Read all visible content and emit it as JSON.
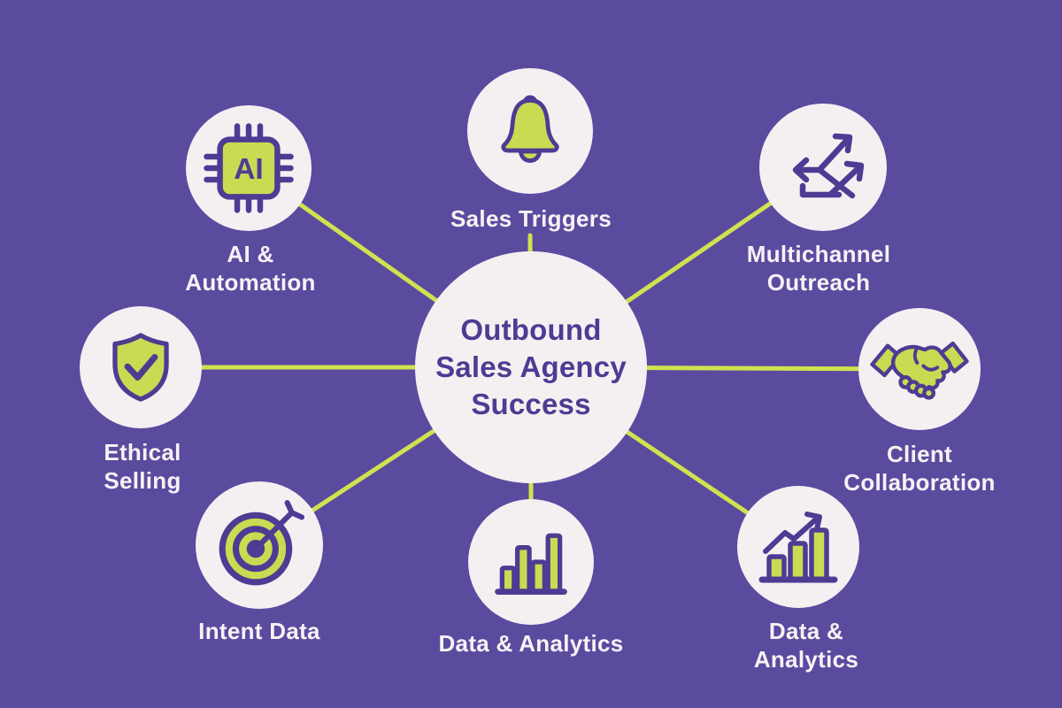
{
  "diagram_title": "Outbound Sales Agency Success",
  "center": {
    "title_line1": "Outbound",
    "title_line2": "Sales Agency",
    "title_line3": "Success"
  },
  "nodes": {
    "ai": {
      "label_line1": "AI &",
      "label_line2": "Automation",
      "icon": "ai-chip-icon",
      "chip_text": "AI"
    },
    "triggers": {
      "label_line1": "Sales Triggers",
      "icon": "bell-icon"
    },
    "multichannel": {
      "label_line1": "Multichannel",
      "label_line2": "Outreach",
      "icon": "branching-arrows-icon"
    },
    "ethical": {
      "label_line1": "Ethical",
      "label_line2": "Selling",
      "icon": "shield-check-icon"
    },
    "client": {
      "label_line1": "Client",
      "label_line2": "Collaboration",
      "icon": "handshake-icon"
    },
    "intent": {
      "label_line1": "Intent Data",
      "icon": "target-dart-icon"
    },
    "data_bottom": {
      "label_line1": "Data & Analytics",
      "icon": "bar-chart-icon"
    },
    "data_right": {
      "label_line1": "Data &",
      "label_line2": "Analytics",
      "icon": "growth-chart-icon"
    }
  },
  "colors": {
    "background": "#5a4b9f",
    "circle_fill": "#f4f0f2",
    "dark_purple": "#4c3c93",
    "icon_green": "#c9db52",
    "connector_green": "#cfe24f",
    "label_white": "#f6f2f4"
  }
}
